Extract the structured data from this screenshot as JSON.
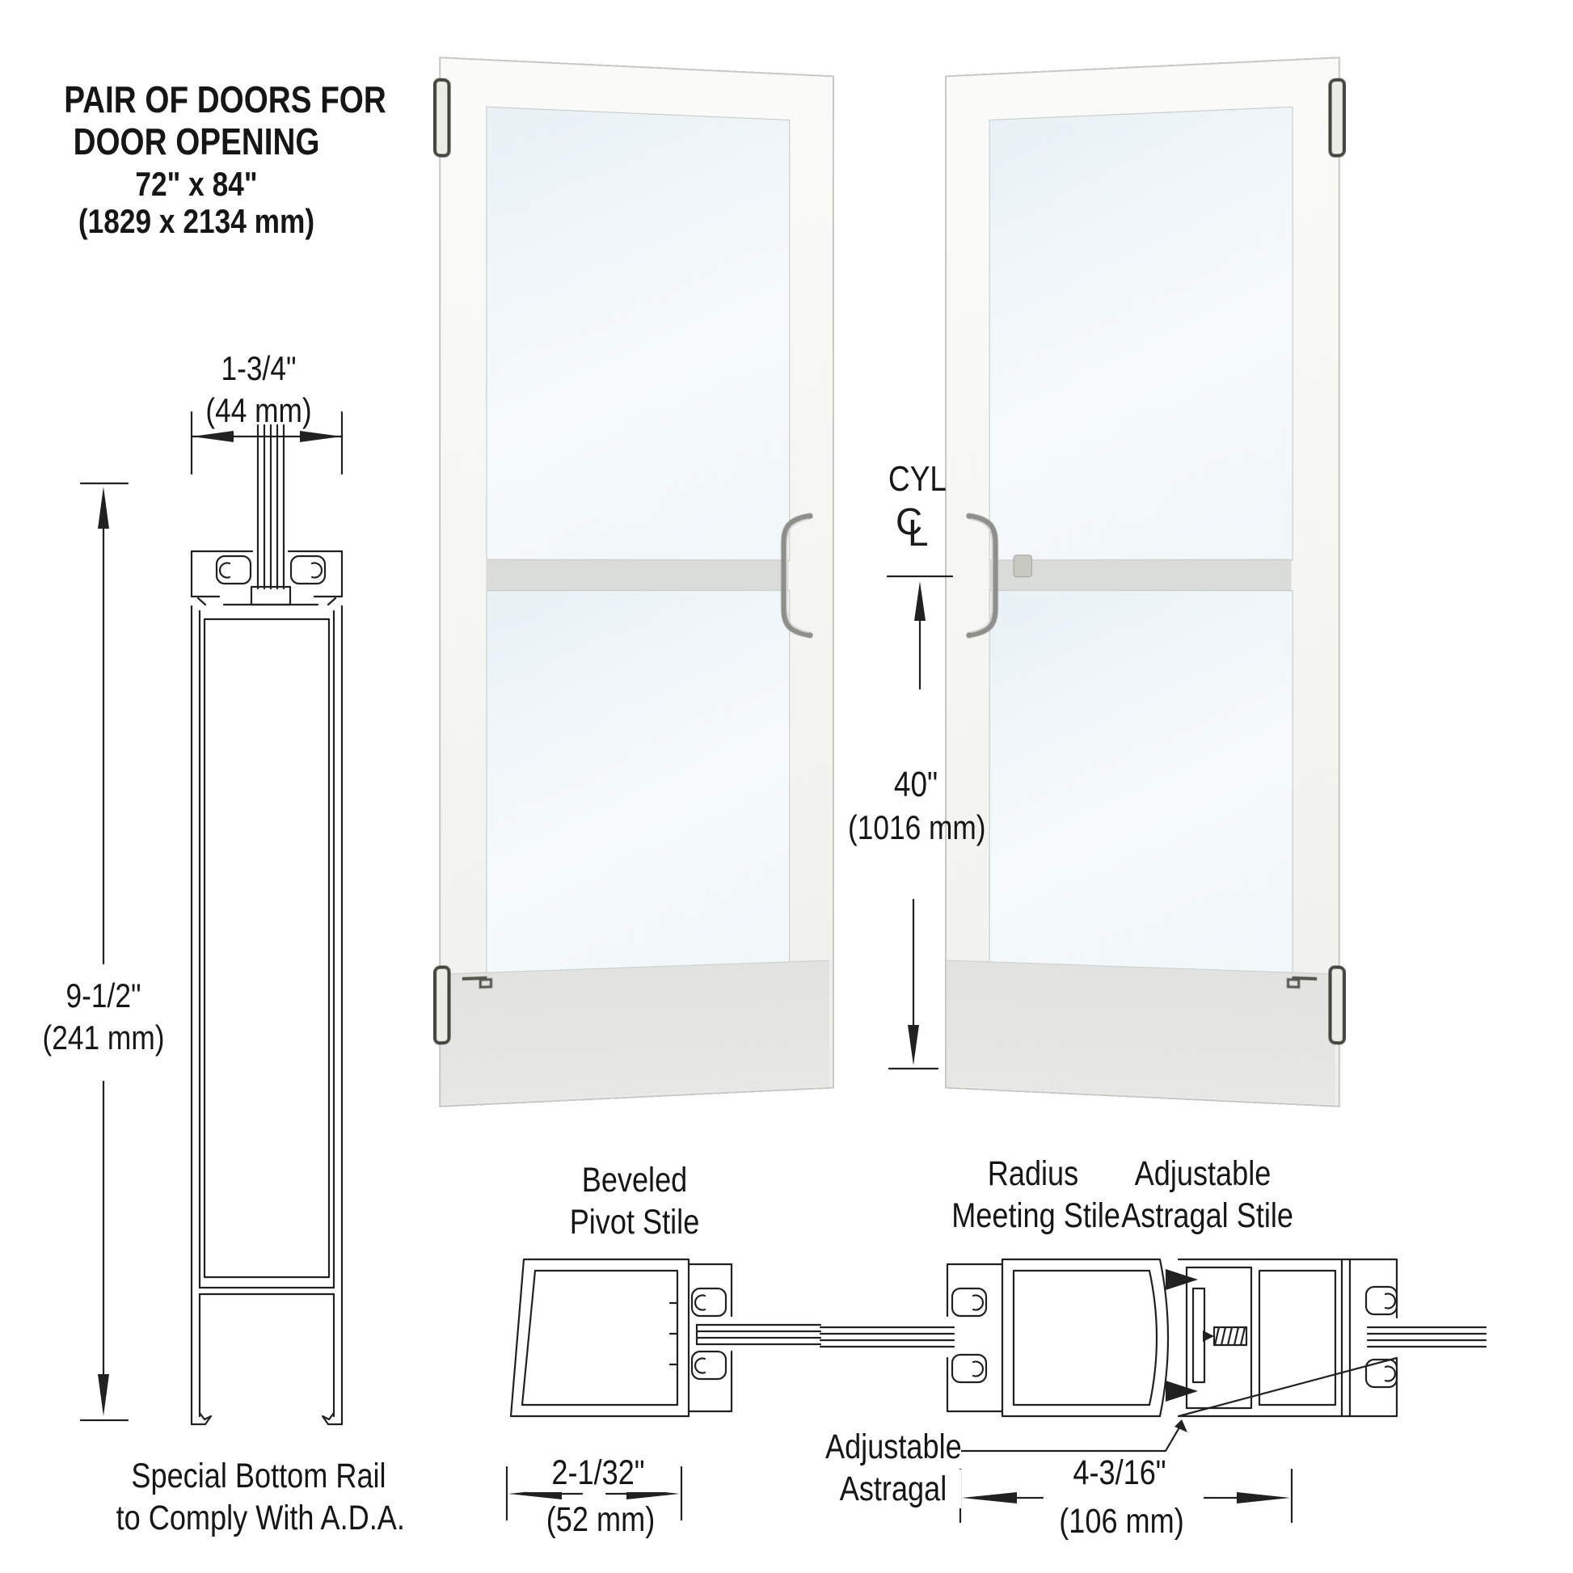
{
  "title": {
    "line1": "PAIR OF DOORS FOR",
    "line2": "DOOR OPENING",
    "size_in": "72\" x 84\"",
    "size_mm": "(1829 x 2134 mm)"
  },
  "left_profile": {
    "width_in": "1-3/4\"",
    "width_mm": "(44 mm)",
    "height_in": "9-1/2\"",
    "height_mm": "(241 mm)",
    "caption1": "Special Bottom Rail",
    "caption2": "to Comply With A.D.A."
  },
  "center": {
    "cyl": "CYL",
    "cl_c": "C",
    "cl_l": "L",
    "dim_in": "40\"",
    "dim_mm": "(1016 mm)"
  },
  "pivot_section": {
    "label1": "Beveled",
    "label2": "Pivot Stile",
    "dim_in": "2-1/32\"",
    "dim_mm": "(52 mm)"
  },
  "meeting_section": {
    "label1": "Radius",
    "label2": "Meeting Stile"
  },
  "astragal_section": {
    "label1": "Adjustable",
    "label2": "Astragal Stile",
    "callout1": "Adjustable",
    "callout2": "Astragal",
    "dim_in": "4-3/16\"",
    "dim_mm": "(106 mm)"
  },
  "colors": {
    "ink": "#212121",
    "door_frame": "#f7f7f4",
    "glass": "#f2f8fb",
    "mid_rail": "#d9dcd9",
    "bottom_rail": "#e4e5e2",
    "hinge": "#45453e",
    "handle": "#8f8f8a"
  }
}
